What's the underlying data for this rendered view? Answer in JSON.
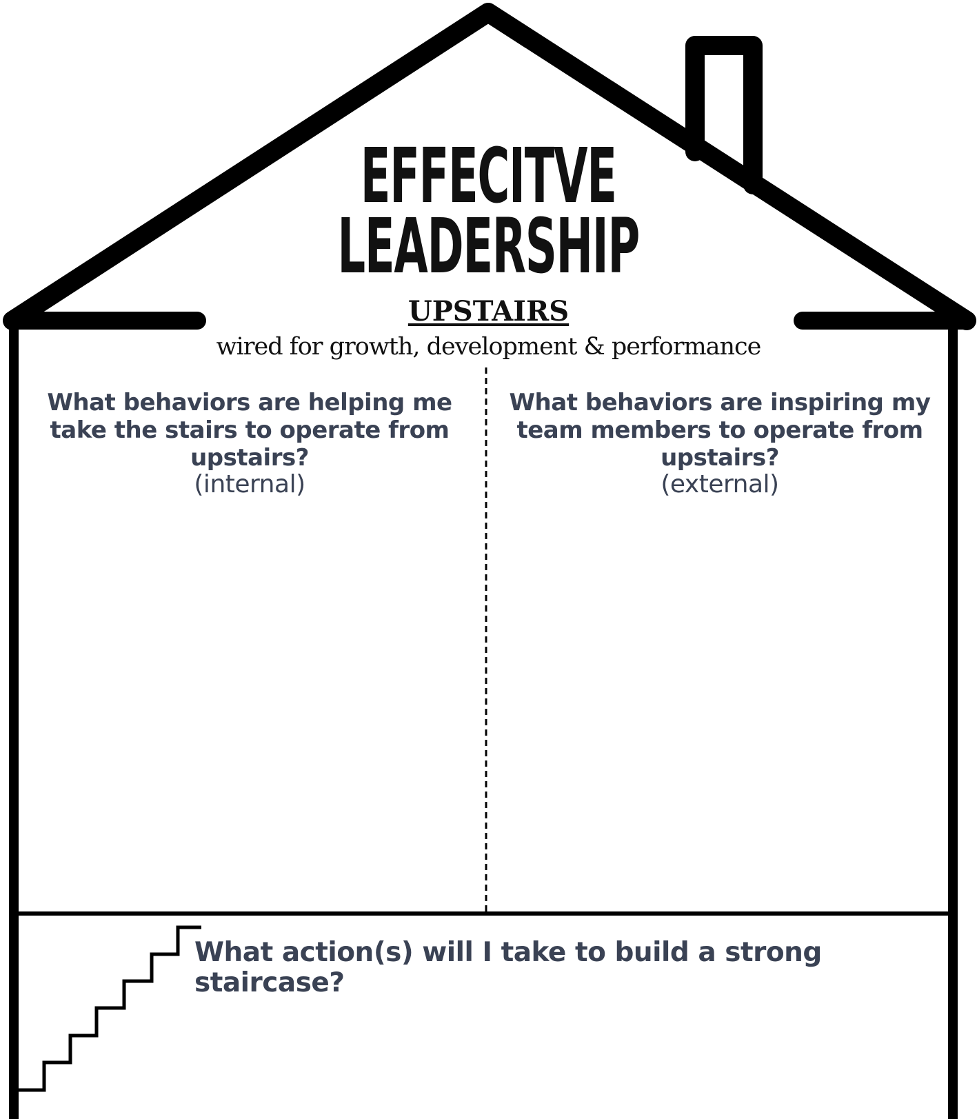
{
  "header": {
    "title_line1": "EFFECITVE",
    "title_line2": "LEADERSHIP"
  },
  "upstairs": {
    "heading": "UPSTAIRS",
    "subtitle": "wired for growth, development & performance"
  },
  "questions": {
    "internal": {
      "text": "What behaviors are helping me take the stairs to operate from upstairs?",
      "tag": "(internal)"
    },
    "external": {
      "text": "What behaviors are inspiring my team members to operate from upstairs?",
      "tag": "(external)"
    },
    "action": {
      "text": "What action(s) will I take to build a strong staircase?"
    }
  },
  "colors": {
    "outline": "#000000",
    "question_text": "#3a4254",
    "title_text": "#111111"
  },
  "icons": {
    "house": "house-outline-icon",
    "chimney": "chimney-icon",
    "staircase": "staircase-icon"
  }
}
